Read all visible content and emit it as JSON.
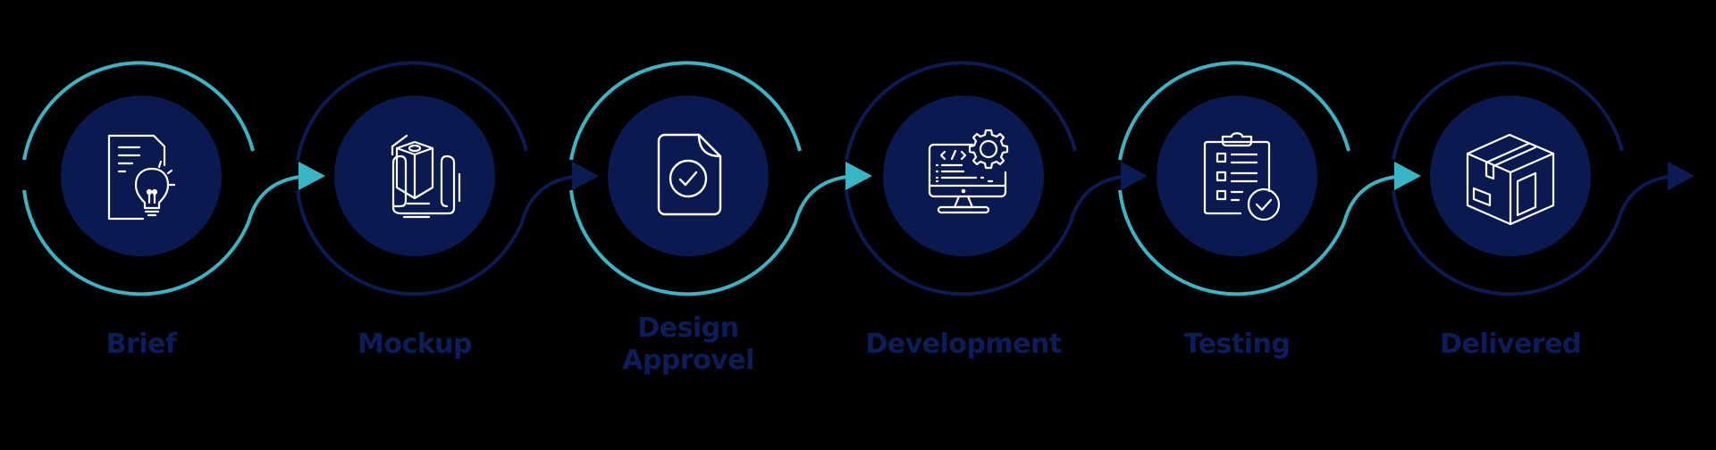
{
  "colors": {
    "background": "#000000",
    "teal": "#38B6C6",
    "navy": "#0B1C54",
    "inner_fill": "#0A1A50",
    "icon_stroke": "#FFFFFF",
    "label_text": "#0B1E5A"
  },
  "process": {
    "steps": [
      {
        "label": "Brief",
        "icon": "document-lightbulb-icon",
        "ring_color": "teal"
      },
      {
        "label": "Mockup",
        "icon": "3d-prototype-blueprint-icon",
        "ring_color": "navy"
      },
      {
        "label_line1": "Design",
        "label_line2": "Approvel",
        "icon": "document-check-icon",
        "ring_color": "teal"
      },
      {
        "label": "Development",
        "icon": "monitor-code-gear-icon",
        "ring_color": "navy"
      },
      {
        "label": "Testing",
        "icon": "clipboard-checklist-icon",
        "ring_color": "teal"
      },
      {
        "label": "Delivered",
        "icon": "package-box-icon",
        "ring_color": "navy"
      }
    ]
  }
}
